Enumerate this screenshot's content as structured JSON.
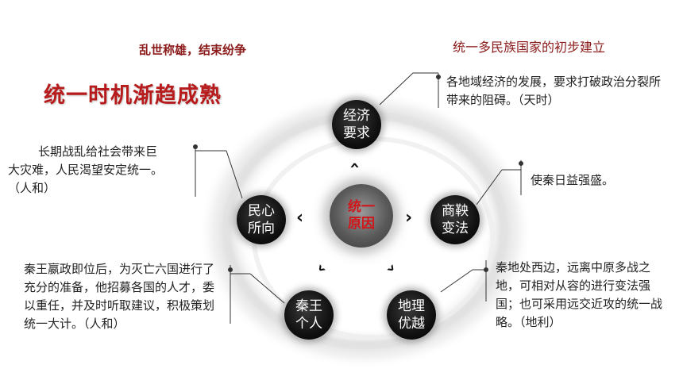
{
  "header": {
    "left_caption": "乱世称雄，结束纷争",
    "right_caption": "统一多民族国家的初步建立",
    "title": "统一时机渐趋成熟"
  },
  "center": {
    "label": "统一原因"
  },
  "nodes": {
    "economy": {
      "label": "经济要求"
    },
    "popular": {
      "label": "民心所向"
    },
    "reform": {
      "label": "商鞅变法"
    },
    "king": {
      "label": "秦王个人"
    },
    "geo": {
      "label": "地理优越"
    }
  },
  "notes": {
    "economy": "各地域经济的发展，要求打破政治分裂所带来的阻碍。（天时）",
    "popular_l1": "长期战乱给社会带来巨",
    "popular_l2": "大灾难，人民渴望安定统一。",
    "popular_l3": "（人和）",
    "reform": "使秦日益强盛。",
    "king": "秦王嬴政即位后，为灭亡六国进行了充分的准备，他招募各国的人才，委以重任，并及时听取建议，积极策划统一大计。（人和）",
    "geo": "秦地处西边，远离中原多战之地，可相对从容的进行变法强国；也可采用远交近攻的统一战略。（地利）"
  },
  "colors": {
    "accent_red": "#b81b1b",
    "caption_red": "#8b1a1a"
  },
  "icons": {
    "chevron": "‹"
  }
}
